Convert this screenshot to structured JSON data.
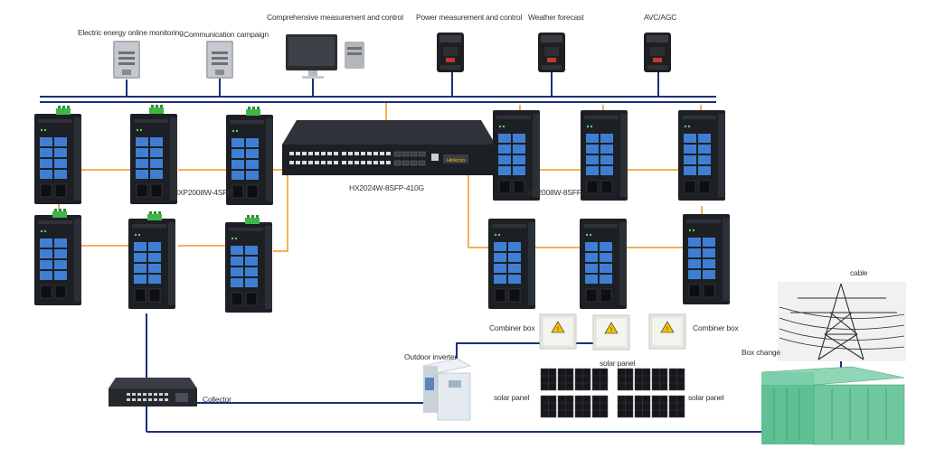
{
  "labels": {
    "electric_monitoring": "Electric energy online monitoring",
    "communication_campaign": "Communication campaign",
    "comprehensive": "Comprehensive measurement and control",
    "power_measurement": "Power measurement and control",
    "weather": "Weather forecast",
    "avc": "AVC/AGC",
    "switch_left": "HXP2008W-4SFP",
    "main_switch": "HX2024W-8SFP-410G",
    "switch_right": "HX2008W-8SFP",
    "combiner_left": "Combiner box",
    "combiner_right": "Combiner box",
    "cable": "cable",
    "box_change": "Box change",
    "outdoor_inverter": "Outdoor inverter",
    "solar_top": "solar panel",
    "solar_left": "solar panel",
    "solar_right": "solar panel",
    "collector": "Collector",
    "main_switch_badge": "Hinkcon"
  },
  "colors": {
    "bus_line": "#1b2f7a",
    "ring_line": "#f2b15a",
    "switch_body": "#1c1f24",
    "port_blue": "#3f7fd3",
    "terminal_green": "#3fb54a",
    "box_change": "#6fc7a0",
    "inverter": "#dfe6ee"
  }
}
